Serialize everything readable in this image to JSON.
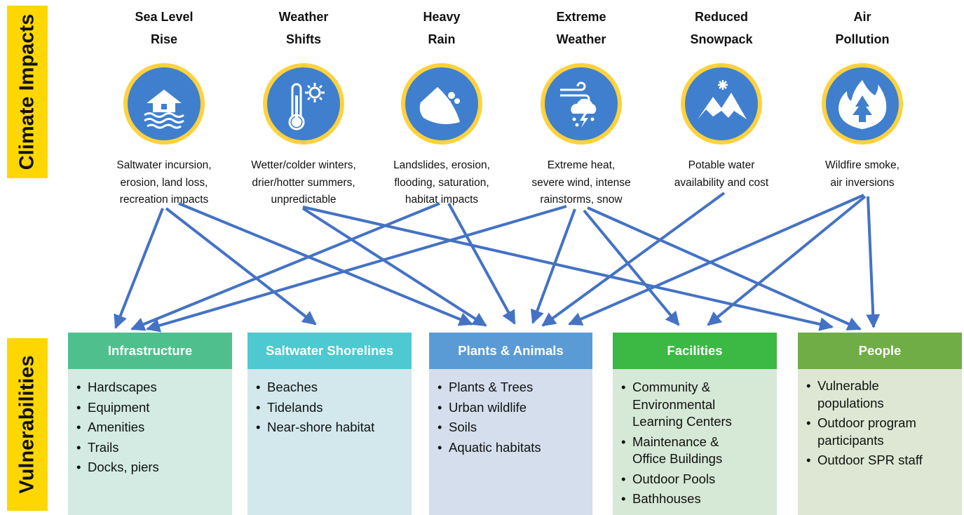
{
  "side_labels": {
    "top": "Climate Impacts",
    "bottom": "Vulnerabilities"
  },
  "impacts": [
    {
      "title1": "Sea Level",
      "title2": "Rise",
      "icon": "flooded-house-icon",
      "desc": [
        "Saltwater incursion,",
        "erosion, land loss,",
        "recreation impacts"
      ]
    },
    {
      "title1": "Weather",
      "title2": "Shifts",
      "icon": "thermometer-sun-icon",
      "desc": [
        "Wetter/colder winters,",
        "drier/hotter summers,",
        "unpredictable"
      ]
    },
    {
      "title1": "Heavy",
      "title2": "Rain",
      "icon": "landslide-icon",
      "desc": [
        "Landslides, erosion,",
        "flooding, saturation,",
        "habitat impacts"
      ]
    },
    {
      "title1": "Extreme",
      "title2": "Weather",
      "icon": "wind-storm-icon",
      "desc": [
        "Extreme heat,",
        "severe wind, intense",
        "rainstorms, snow"
      ]
    },
    {
      "title1": "Reduced",
      "title2": "Snowpack",
      "icon": "snowy-mountain-icon",
      "desc": [
        "Potable water",
        "availability and cost"
      ]
    },
    {
      "title1": "Air",
      "title2": "Pollution",
      "icon": "wildfire-icon",
      "desc": [
        "Wildfire smoke,",
        "air inversions"
      ]
    }
  ],
  "vulnerabilities": [
    {
      "title": "Infrastructure",
      "head_color": "#4fc08d",
      "body_color": "#d3ebe2",
      "items": [
        "Hardscapes",
        "Equipment",
        "Amenities",
        "Trails",
        "Docks, piers"
      ]
    },
    {
      "title": "Saltwater Shorelines",
      "head_color": "#4ec9d1",
      "body_color": "#d2e8ec",
      "items": [
        "Beaches",
        "Tidelands",
        "Near-shore habitat"
      ]
    },
    {
      "title": "Plants & Animals",
      "head_color": "#5b9bd5",
      "body_color": "#d4deec",
      "items": [
        "Plants & Trees",
        "Urban wildlife",
        "Soils",
        "Aquatic habitats"
      ]
    },
    {
      "title": "Facilities",
      "head_color": "#3cb844",
      "body_color": "#d6e8d6",
      "items": [
        "Community & Environmental Learning Centers",
        "Maintenance & Office Buildings",
        "Outdoor Pools",
        "Bathhouses"
      ]
    },
    {
      "title": "People",
      "head_color": "#70ad47",
      "body_color": "#dde7d3",
      "items": [
        "Vulnerable populations",
        "Outdoor program participants",
        "Outdoor SPR staff"
      ]
    }
  ],
  "arrow_color": "#4472c4"
}
